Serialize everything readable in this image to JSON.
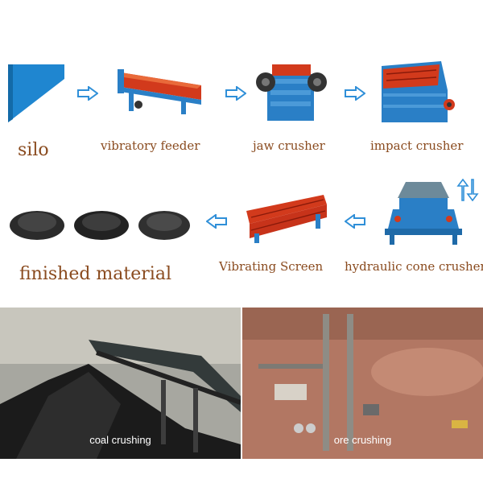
{
  "row1": {
    "silo": "silo",
    "vibratory_feeder": "vibratory feeder",
    "jaw_crusher": "jaw crusher",
    "impact_crusher": "impact crusher"
  },
  "row2": {
    "finished_material": "finished material",
    "vibrating_screen": "Vibrating Screen",
    "hydraulic_cone_crusher": "hydraulic cone crusher"
  },
  "photos": {
    "coal": "coal crushing",
    "ore": "ore crushing"
  },
  "colors": {
    "label": "#8a4b1f",
    "machine_blue": "#2a7fc6",
    "machine_red": "#d23a1c",
    "arrow_blue": "#2f8fd8"
  }
}
